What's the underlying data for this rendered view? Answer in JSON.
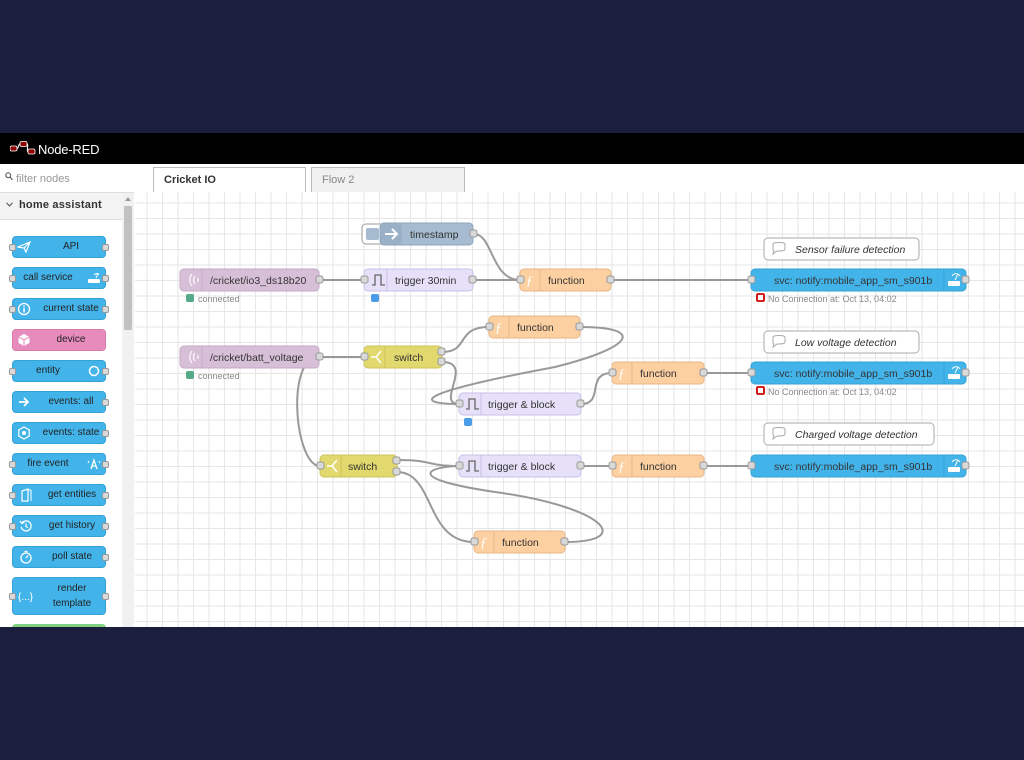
{
  "header": {
    "title": "Node-RED"
  },
  "palette": {
    "filter_placeholder": "filter nodes",
    "category": "home assistant",
    "items": [
      {
        "label": "API",
        "icon": "paper-plane-icon"
      },
      {
        "label": "call service",
        "icon": "router-icon"
      },
      {
        "label": "current state",
        "icon": "info-icon"
      },
      {
        "label": "device",
        "icon": "cube-icon"
      },
      {
        "label": "entity",
        "icon": "circle-icon"
      },
      {
        "label": "events: all",
        "icon": "arrow-right-icon"
      },
      {
        "label": "events: state",
        "icon": "hexagon-icon"
      },
      {
        "label": "fire event",
        "icon": "fire-event-icon"
      },
      {
        "label": "get entities",
        "icon": "door-icon"
      },
      {
        "label": "get history",
        "icon": "history-icon"
      },
      {
        "label": "poll state",
        "icon": "timer-icon"
      },
      {
        "label": "render\ntemplate",
        "icon": "braces-icon"
      }
    ]
  },
  "tabs": [
    {
      "label": "Cricket IO",
      "active": true
    },
    {
      "label": "Flow 2",
      "active": false
    }
  ],
  "flow": {
    "inject_label": "timestamp",
    "mqtt1_label": "/cricket/io3_ds18b20",
    "mqtt2_label": "/cricket/batt_voltage",
    "connected": "connected",
    "trigger30_label": "trigger 30min",
    "trigger_block_label": "trigger & block",
    "switch_label": "switch",
    "function_label": "function",
    "svc_label": "svc: notify:mobile_app_sm_s901b",
    "svc_status": "No Connection at: Oct 13, 04:02",
    "comments": [
      "Sensor failure detection",
      "Low voltage detection",
      "Charged voltage detection"
    ]
  },
  "colors": {
    "header": "#000000",
    "ha_blue": "#43b4ea",
    "mqtt": "#d8bfd8",
    "trigger": "#e6e0f8",
    "switch": "#e2d96e",
    "function": "#fdd0a2",
    "inject": "#a6bbcf",
    "device": "#e78bbd"
  }
}
